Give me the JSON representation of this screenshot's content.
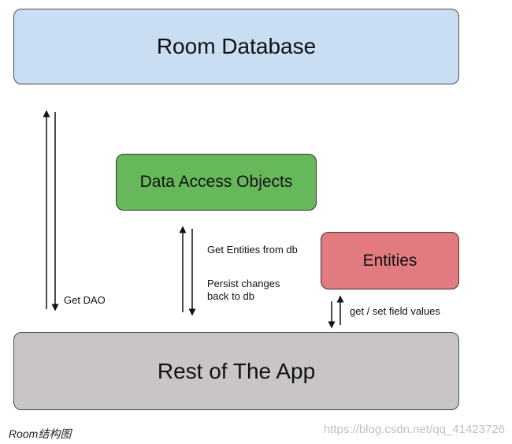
{
  "diagram": {
    "boxes": {
      "room_database": "Room Database",
      "data_access_objects": "Data Access Objects",
      "entities": "Entities",
      "rest_of_app": "Rest of The App"
    },
    "labels": {
      "get_dao": "Get DAO",
      "get_entities_from_db": "Get Entities from db",
      "persist_changes_line1": "Persist changes",
      "persist_changes_line2": "back to db",
      "get_set_field_values": "get / set field values"
    },
    "colors": {
      "room_database": "#c9def2",
      "data_access_objects": "#67b85a",
      "entities": "#e27b7f",
      "rest_of_app": "#c8c4c7"
    }
  },
  "caption": "Room结构图",
  "watermark": "https://blog.csdn.net/qq_41423726"
}
